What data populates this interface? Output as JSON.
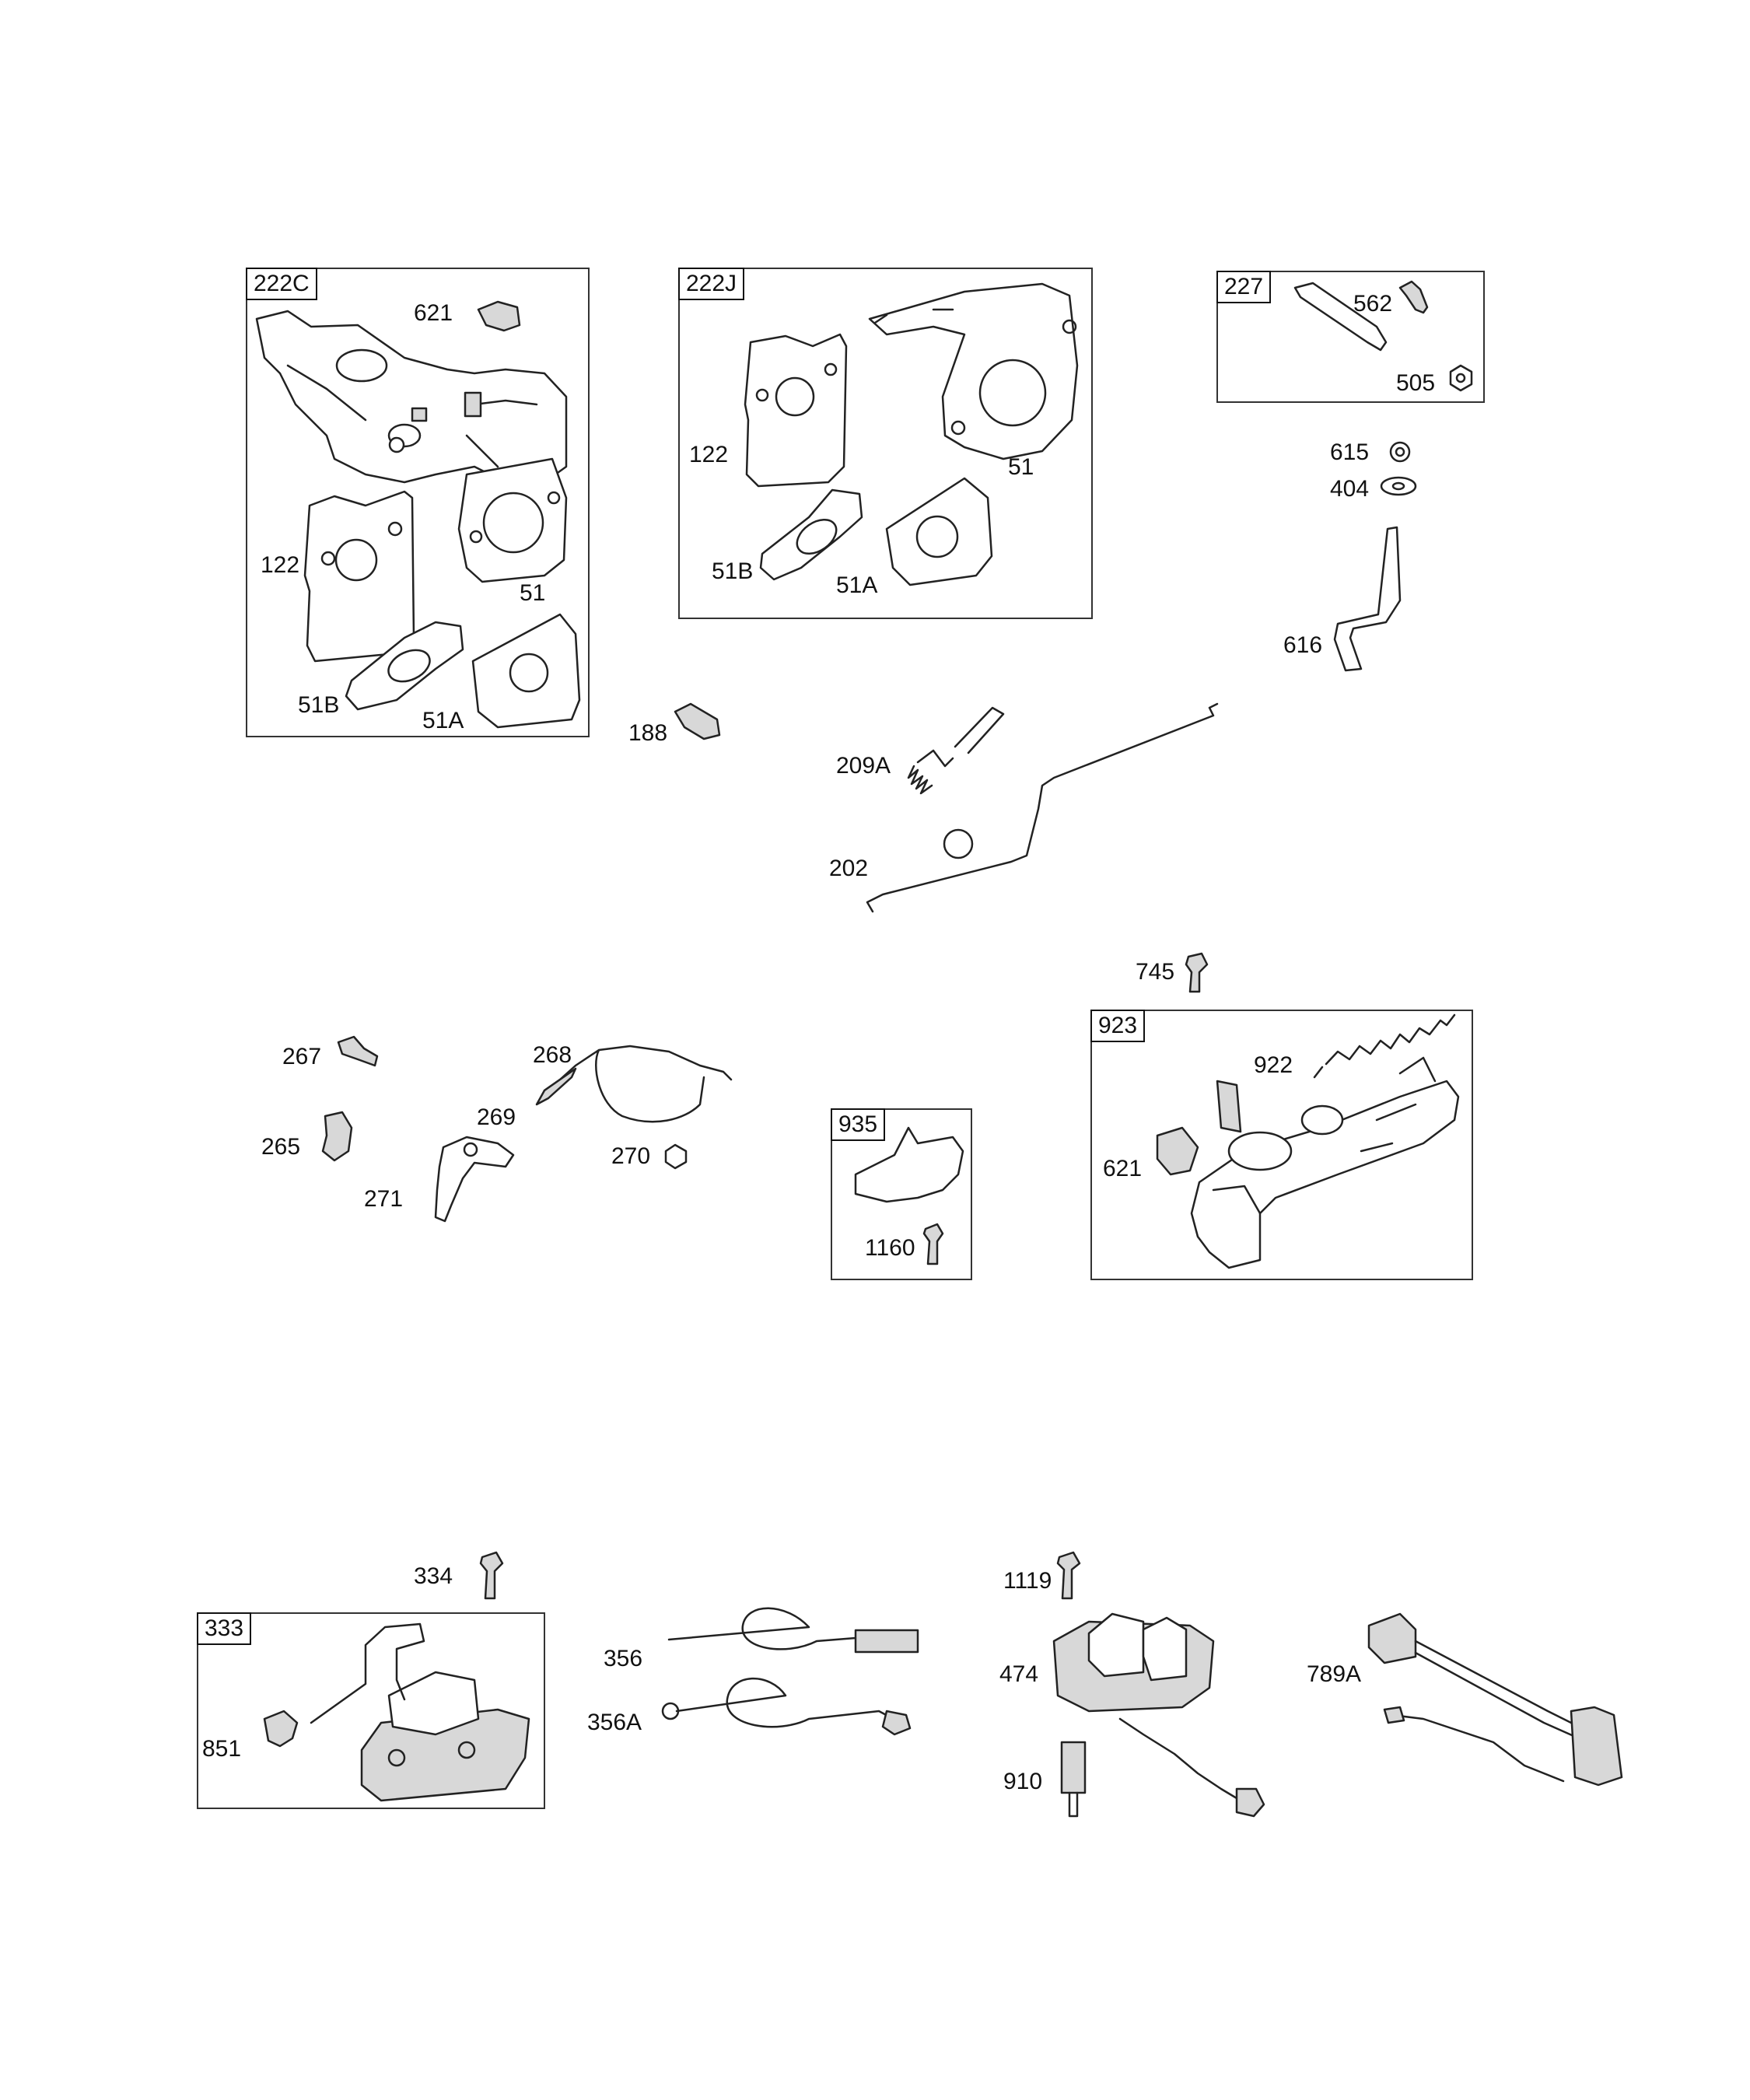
{
  "groups": {
    "g222C": "222C",
    "g222J": "222J",
    "g227": "227",
    "g923": "923",
    "g935": "935",
    "g333": "333"
  },
  "parts": {
    "p621a": "621",
    "p122a": "122",
    "p51a": "51",
    "p51Ba": "51B",
    "p51Aa": "51A",
    "p122b": "122",
    "p51b": "51",
    "p51Bb": "51B",
    "p51Ab": "51A",
    "p562": "562",
    "p505": "505",
    "p615": "615",
    "p404": "404",
    "p616": "616",
    "p188": "188",
    "p209A": "209A",
    "p202": "202",
    "p745": "745",
    "p922": "922",
    "p621b": "621",
    "p267": "267",
    "p268": "268",
    "p269": "269",
    "p265": "265",
    "p270": "270",
    "p271": "271",
    "p1160": "1160",
    "p334": "334",
    "p851": "851",
    "p356": "356",
    "p356A": "356A",
    "p1119": "1119",
    "p474": "474",
    "p910": "910",
    "p789A": "789A"
  }
}
